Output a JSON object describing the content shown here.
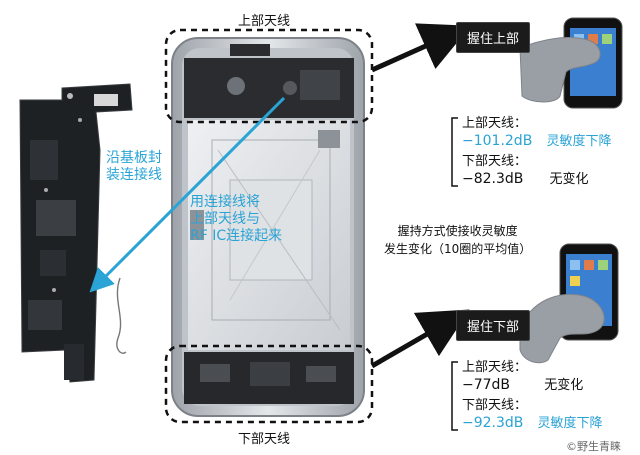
{
  "labels": {
    "top_antenna": "上部天线",
    "bottom_antenna": "下部天线",
    "board_note": "沿基板封\n装连接线",
    "connector_note": "用连接线将\n上部天线与\nRF IC连接起来",
    "grip_method_note": "握持方式使接收灵敏度\n发生变化（10圈的平均值）",
    "watermark": "©野生青睐"
  },
  "grip_top": {
    "tag": "握住上部",
    "rows": [
      {
        "name": "上部天线：",
        "value": "−101.2dB",
        "change": "灵敏度下降",
        "highlight": true
      },
      {
        "name": "下部天线：",
        "value": "−82.3dB",
        "change": "无变化",
        "highlight": false
      }
    ]
  },
  "grip_bottom": {
    "tag": "握住下部",
    "rows": [
      {
        "name": "上部天线：",
        "value": "−77dB",
        "change": "无变化",
        "highlight": false
      },
      {
        "name": "下部天线：",
        "value": "−92.3dB",
        "change": "灵敏度下降",
        "highlight": true
      }
    ]
  },
  "colors": {
    "accent_blue": "#2aa3d6",
    "tag_bg": "#1b1b1b",
    "phone_frame": "#c9ccd1"
  }
}
